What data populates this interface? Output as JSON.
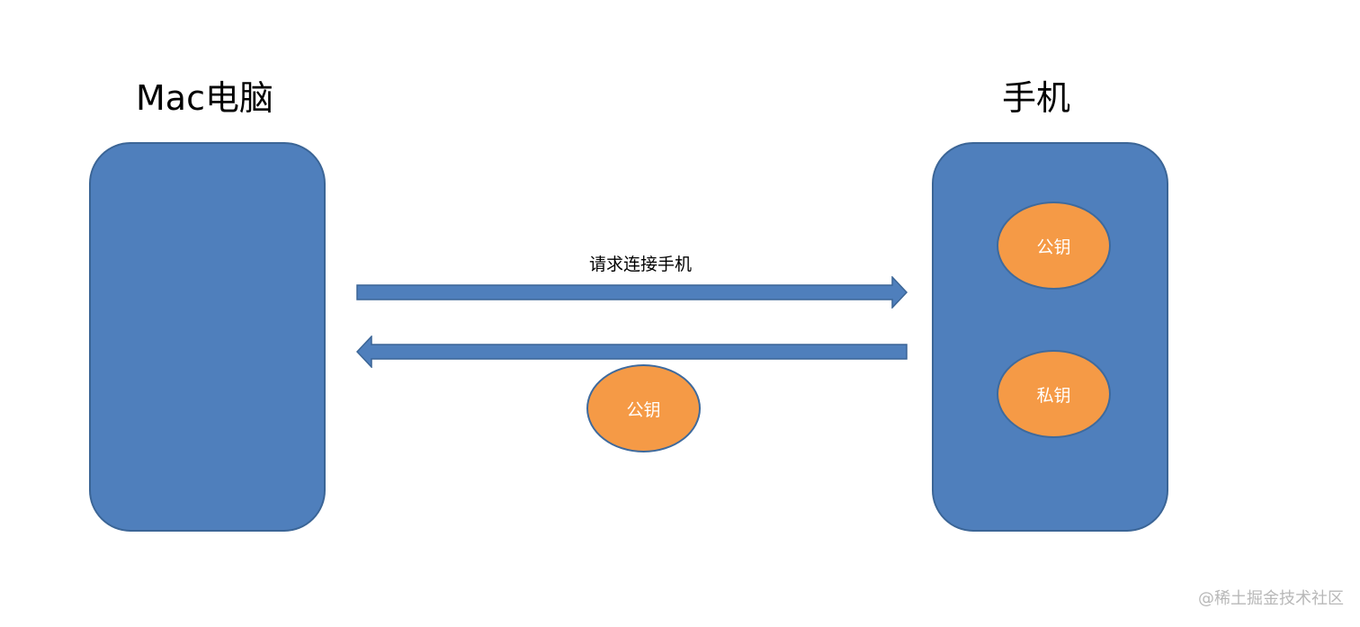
{
  "mac": {
    "title": "Mac电脑"
  },
  "phone": {
    "title": "手机",
    "public_key": "公钥",
    "private_key": "私钥"
  },
  "arrows": {
    "request_label": "请求连接手机",
    "transfer_key": "公钥"
  },
  "watermark": "@稀土掘金技术社区",
  "colors": {
    "device_fill": "#4f7fbc",
    "device_border": "#3b6596",
    "key_fill": "#f59a46",
    "arrow_fill": "#4f7fbc"
  }
}
